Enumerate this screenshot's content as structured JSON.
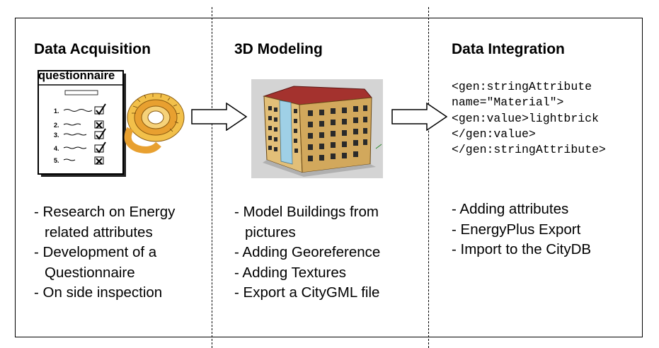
{
  "columns": [
    {
      "title": "Data Acquisition",
      "image_label": "questionnaire",
      "bullets": [
        [
          "- Research on Energy",
          "related attributes"
        ],
        [
          "- Development of a",
          "Questionnaire"
        ],
        [
          "- On side inspection"
        ]
      ]
    },
    {
      "title": "3D Modeling",
      "bullets": [
        [
          "- Model Buildings from",
          "pictures"
        ],
        [
          "- Adding Georeference"
        ],
        [
          "- Adding Textures"
        ],
        [
          "- Export a CityGML file"
        ]
      ]
    },
    {
      "title": "Data Integration",
      "code_lines": [
        "<gen:stringAttribute",
        "name=\"Material\">",
        "<gen:value>lightbrick",
        "</gen:value>",
        "</gen:stringAttribute>"
      ],
      "bullets": [
        [
          "- Adding attributes"
        ],
        [
          "- EnergyPlus Export"
        ],
        [
          "- Import to the CityDB"
        ]
      ]
    }
  ],
  "colors": {
    "tape": "#e8a030",
    "roof": "#a4322e",
    "facade": "#d9b36a",
    "glass": "#9fd0e6",
    "photo_bg": "#d4d4d4"
  }
}
